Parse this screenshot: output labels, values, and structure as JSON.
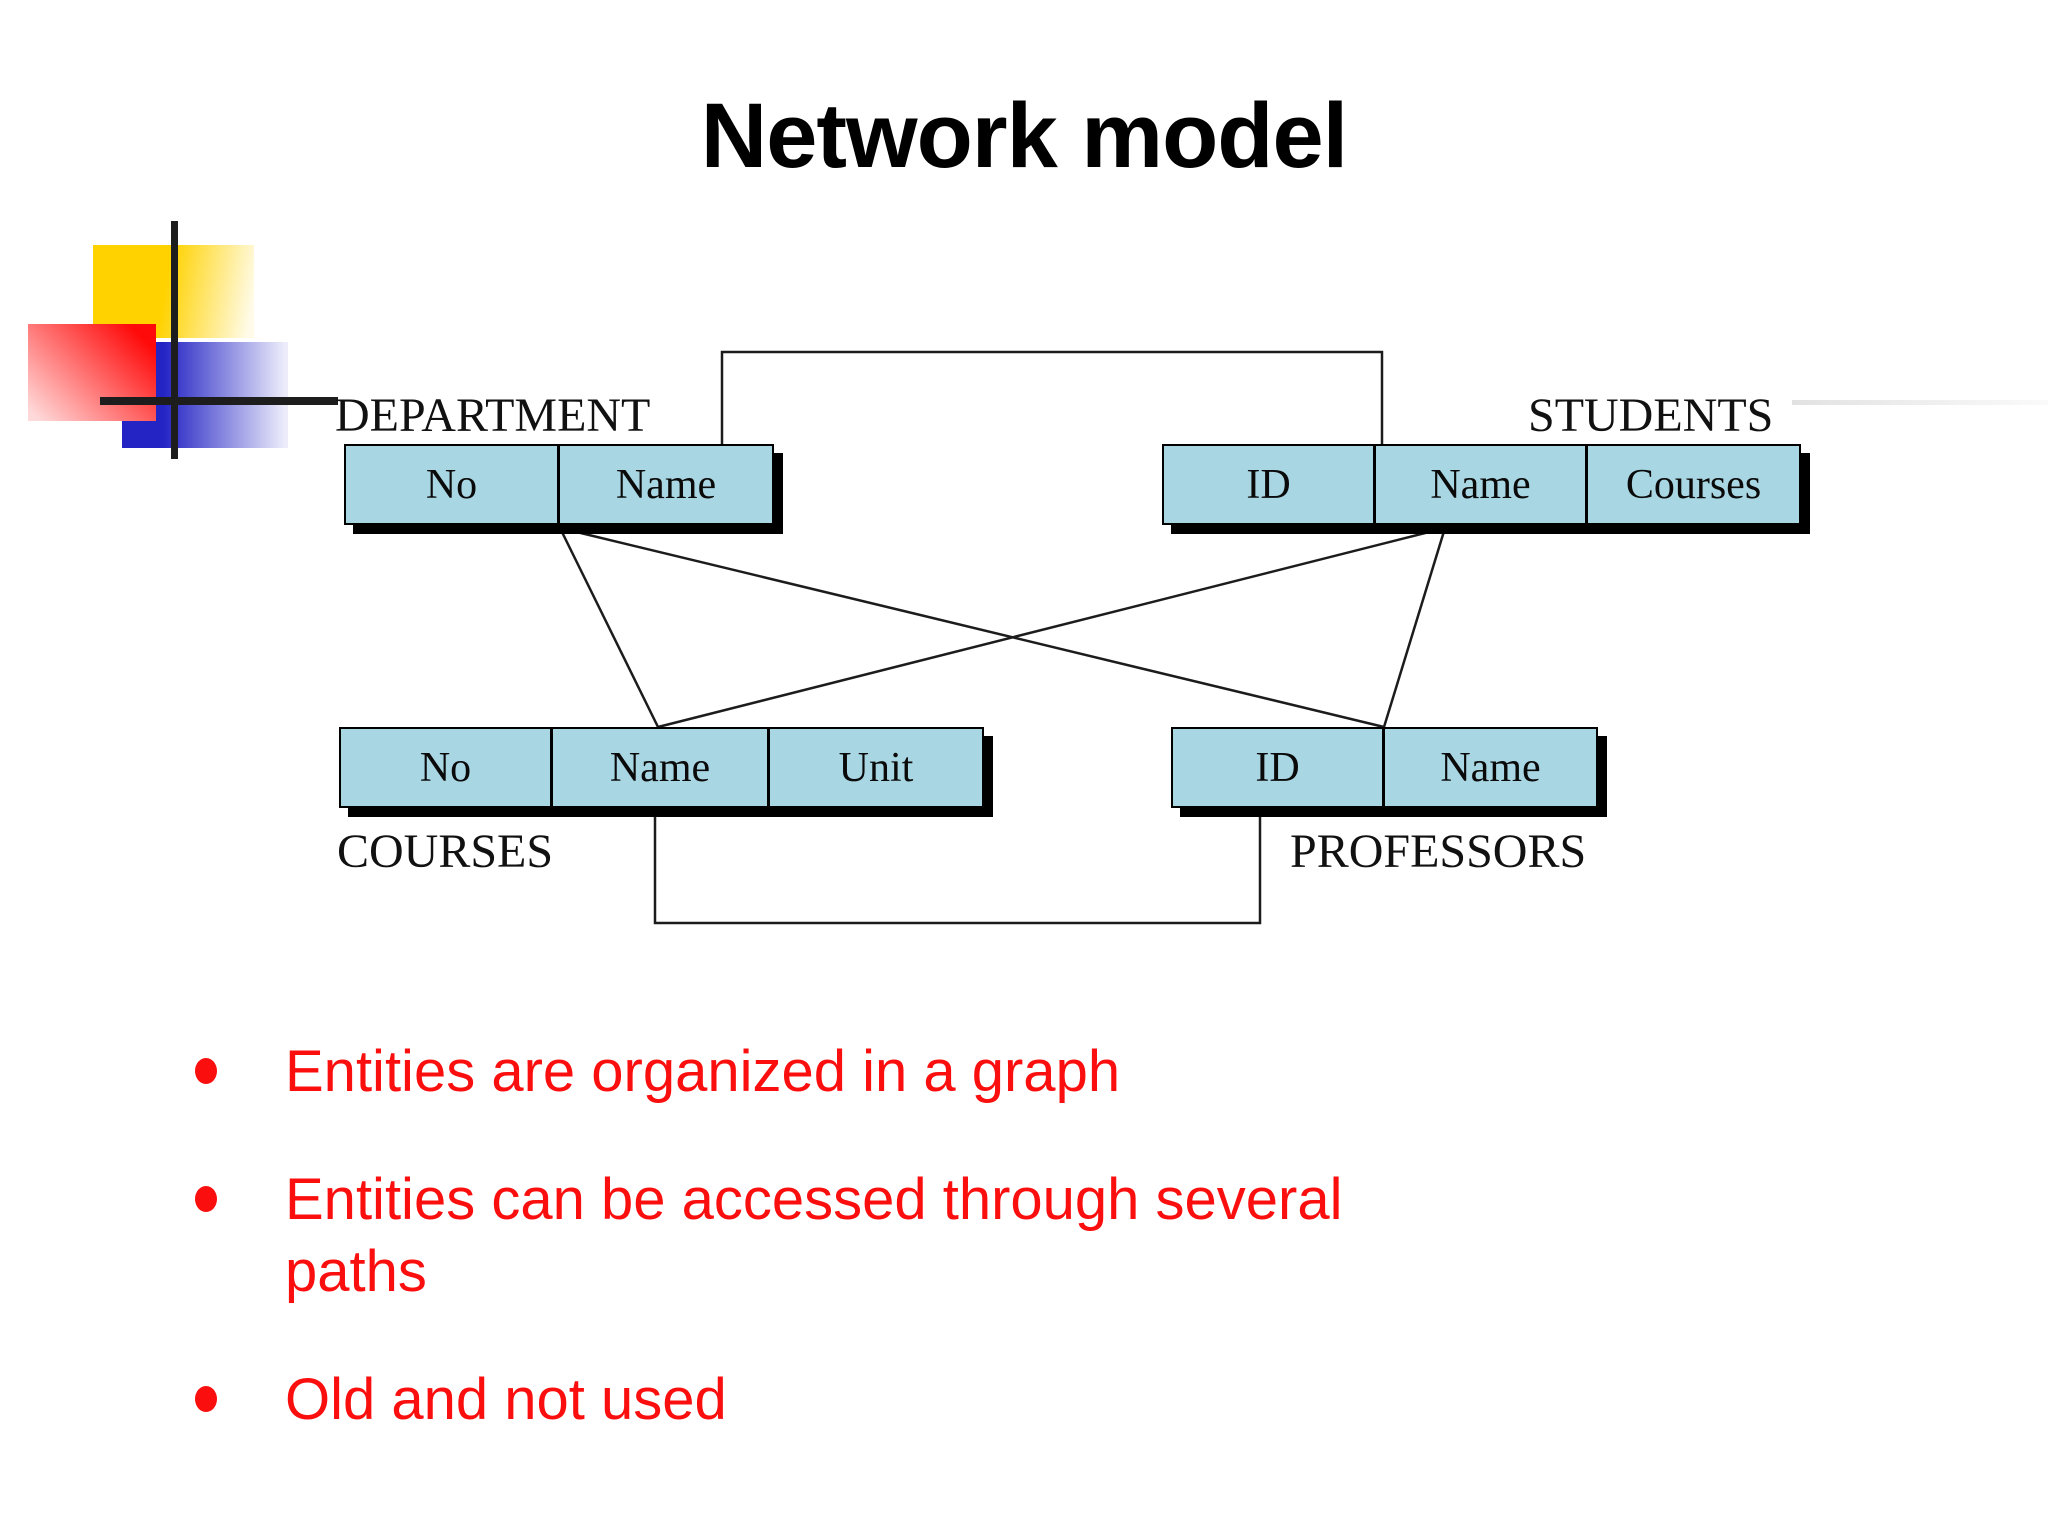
{
  "slide": {
    "title": "Network model"
  },
  "diagram": {
    "entities": [
      {
        "name": "DEPARTMENT",
        "fields": [
          "No",
          "Name"
        ],
        "label_position": "top-left"
      },
      {
        "name": "STUDENTS",
        "fields": [
          "ID",
          "Name",
          "Courses"
        ],
        "label_position": "top-right"
      },
      {
        "name": "COURSES",
        "fields": [
          "No",
          "Name",
          "Unit"
        ],
        "label_position": "bottom-left"
      },
      {
        "name": "PROFESSORS",
        "fields": [
          "ID",
          "Name"
        ],
        "label_position": "bottom-left"
      }
    ],
    "connections": [
      {
        "from": "DEPARTMENT",
        "to": "STUDENTS",
        "style": "orthogonal-top"
      },
      {
        "from": "DEPARTMENT",
        "to": "COURSES",
        "style": "straight"
      },
      {
        "from": "DEPARTMENT",
        "to": "PROFESSORS",
        "style": "straight"
      },
      {
        "from": "STUDENTS",
        "to": "COURSES",
        "style": "straight"
      },
      {
        "from": "STUDENTS",
        "to": "PROFESSORS",
        "style": "straight"
      },
      {
        "from": "COURSES",
        "to": "PROFESSORS",
        "style": "orthogonal-bottom"
      }
    ],
    "colors": {
      "cell_fill": "#a9d6e3",
      "cell_border": "#000000",
      "cell_shadow": "#000000",
      "line": "#1c1c1c"
    }
  },
  "bullets": [
    {
      "lines": [
        "Entities are organized in a graph"
      ]
    },
    {
      "lines": [
        "Entities can be accessed through several",
        "paths"
      ]
    },
    {
      "lines": [
        "Old and not used"
      ]
    }
  ],
  "bullet_color": "#fb0e0e",
  "logo": {
    "colors": {
      "yellow": "#ffd200",
      "red": "#ff0a0a",
      "blue": "#2424c4",
      "cross": "#1d1d1d"
    }
  }
}
